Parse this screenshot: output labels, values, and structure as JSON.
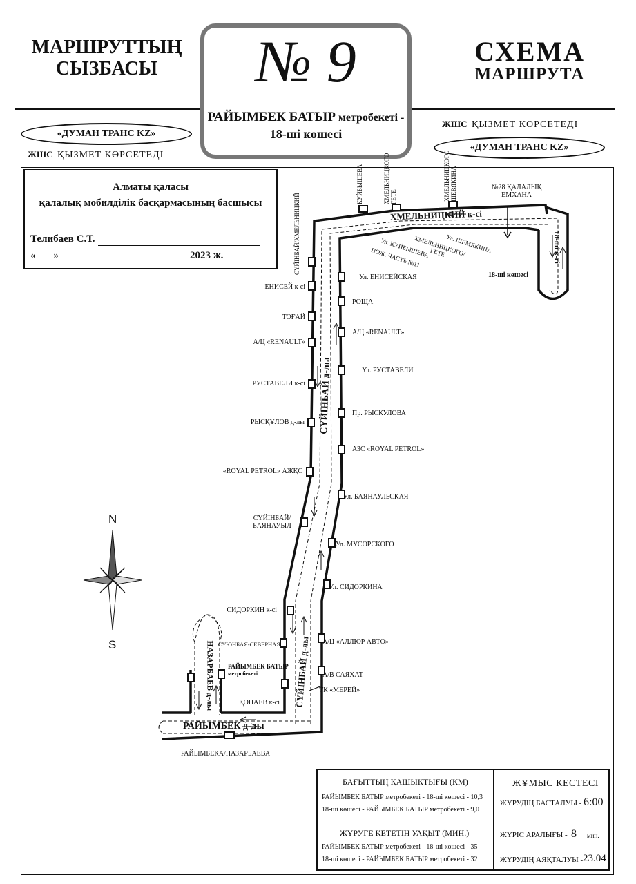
{
  "header": {
    "left_title_1": "МАРШРУТТЫҢ",
    "left_title_2": "СЫЗБАСЫ",
    "right_title_1": "СХЕМА",
    "right_title_2": "МАРШРУТА",
    "route_number": "№ 9",
    "route_name_bold": "РАЙЫМБЕК БАТЫР",
    "route_name_rest": " метробекеті -",
    "route_name_line2": "18-ші көшесі",
    "company_left": "«ДУМАН ТРАНС KZ»",
    "company_right": "«ДУМАН ТРАНС KZ»",
    "service_left_a": "ЖШС",
    "service_left_b": "ҚЫЗМЕТ КӨРСЕТЕДІ",
    "service_right_a": "ЖШС",
    "service_right_b": "ҚЫЗМЕТ КӨРСЕТЕДІ"
  },
  "approval": {
    "line1": "Алматы қаласы",
    "line2": "қалалық мобилділік басқармасының басшысы",
    "signer": "Телибаев С.Т.",
    "date_open": "«",
    "date_mid": "»",
    "date_year": "2023 ж."
  },
  "map": {
    "streets": {
      "khmelnitsky": "ХМЕЛЬНИЦКИЙ к-сі",
      "suyinbay_upper": "СҮЙІНБАЙ д-лы",
      "suyinbay_lower": "СҮЙІНБАЙ д-лы",
      "raiymbek": "РАЙЫМБЕК д-лы",
      "nazarbayev": "НАЗАРБАЕВ д-лы",
      "street18": "18-ші к-сі"
    },
    "top_stops": [
      "КУЙБЫШЕВА",
      "ХМЕЛЬНИЦКОГО ГЕТЕ",
      "ХМЕЛЬНИЦКОГО ШЕВЯКИНА"
    ],
    "corner_left": "СҮЙІНБАЙ/ХМЕЛЬНИЦКИЙ",
    "hospital_1": "№28 ҚАЛАЛЫҚ",
    "hospital_2": "ЕМХАНА",
    "terminal_18": "18-ші көшесі",
    "inner_labels": [
      "Ул. ШЕМЯКИНА",
      "ХМЕЛЬНИЦКОГО/ ГЕТЕ",
      "Ул. КУЙБЫШЕВА",
      "ПОЖ. ЧАСТЬ №11"
    ],
    "left_stops": [
      "ЕНИСЕЙ к-сі",
      "ТОҒАЙ",
      "А/Ц «RENAULT»",
      "РУСТАВЕЛИ к-сі",
      "РЫСҚҰЛОВ д-лы",
      "«ROYAL PETROL» АЖҚС",
      "СҮЙІНБАЙ/ БАЯНАУЫЛ",
      "СИДОРКИН к-сі",
      "СУЮНБАЯ-СЕВЕРНАЯ"
    ],
    "right_stops": [
      "Ул. ЕНИСЕЙСКАЯ",
      "РОЩА",
      "А/Ц «RENAULT»",
      "Ул. РУСТАВЕЛИ",
      "Пр. РЫСКУЛОВА",
      "АЗС «ROYAL PETROL»",
      "Ул. БАЯНАУЛЬСКАЯ",
      "Ул. МУСОРСКОГО",
      "Ул. СИДОРКИНА",
      "А/Ц «АЛЛЮР АВТО»",
      "А/В САЯХАТ",
      "ТК «МЕРЕЙ»"
    ],
    "metro_1": "РАЙЫМБЕК БАТЫР",
    "metro_2": "метробекеті",
    "konaev": "ҚОНАЕВ к-сі",
    "bottom_label": "РАЙЫМБЕКА/НАЗАРБАЕВА",
    "compass_n": "N",
    "compass_s": "S"
  },
  "info": {
    "distance_title": "БАҒЫТТЫҢ ҚАШЫҚТЫҒЫ (КМ)",
    "distance_1": "РАЙЫМБЕК БАТЫР метробекеті - 18-ші көшесі - 10,3",
    "distance_2": "18-ші көшесі - РАЙЫМБЕК БАТЫР метробекеті - 9,0",
    "time_title": "ЖҮРУГЕ КЕТЕТІН УАҚЫТ (МИН.)",
    "time_1": "РАЙЫМБЕК БАТЫР метробекеті - 18-ші көшесі - 35",
    "time_2": "18-ші көшесі - РАЙЫМБЕК БАТЫР метробекеті - 32",
    "schedule_title": "ЖҰМЫС КЕСТЕСІ",
    "start_label": "ЖҮРУДІҢ БАСТАЛУЫ -",
    "start_value": "6:00",
    "interval_label": "ЖҮРІС АРАЛЫҒЫ -",
    "interval_value": "8",
    "interval_unit": "мин.",
    "end_label": "ЖҮРУДІҢ АЯҚТАЛУЫ -",
    "end_value": "23.04"
  }
}
